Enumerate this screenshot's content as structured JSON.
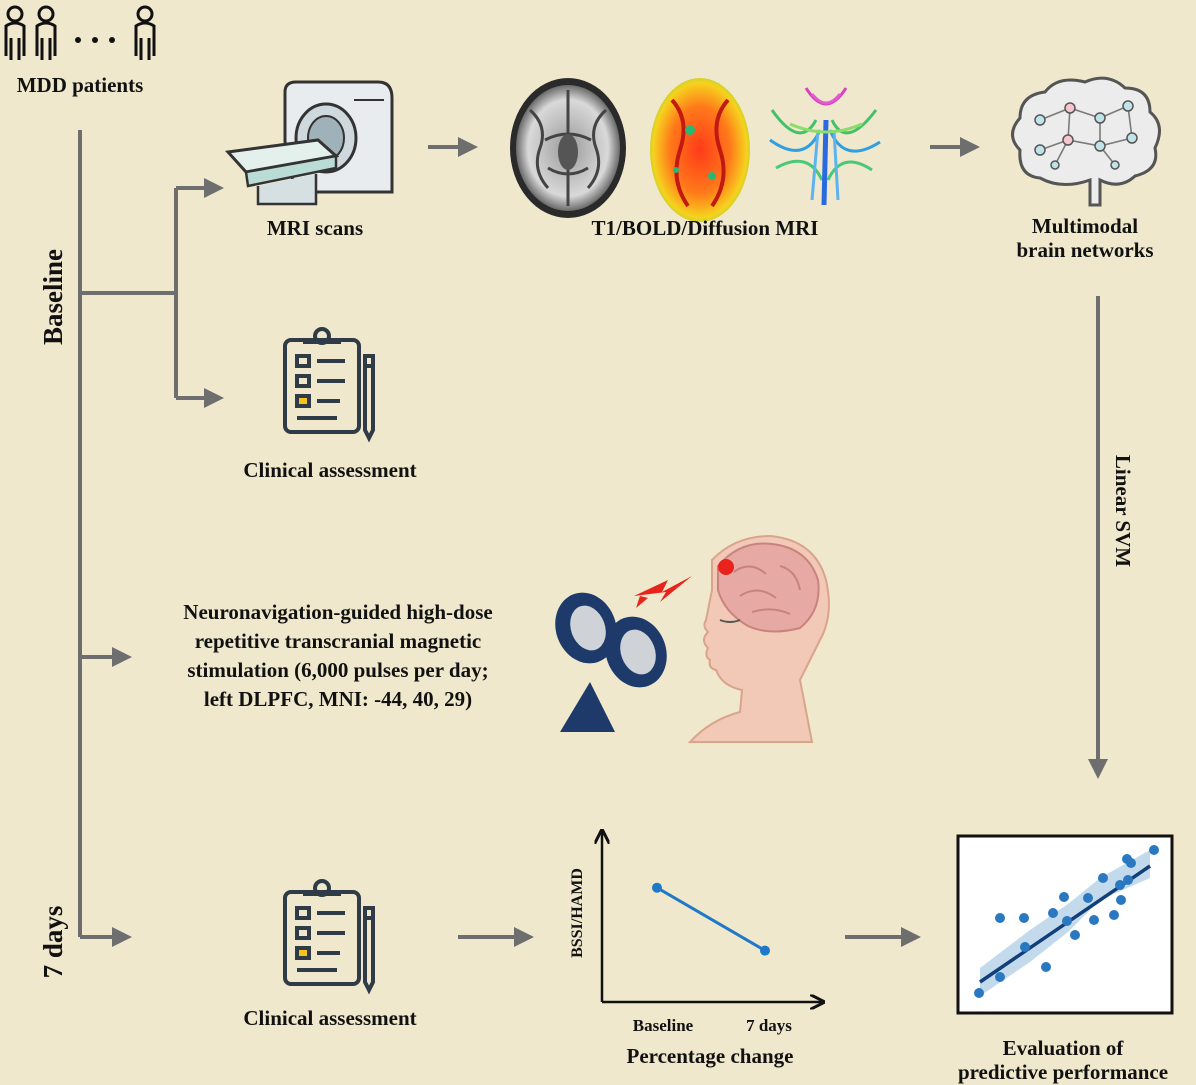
{
  "patients": {
    "label": "MDD patients"
  },
  "timeline": {
    "baseline_label": "Baseline",
    "day7_label": "7 days"
  },
  "mri": {
    "scans_label": "MRI scans",
    "modalities_label": "T1/BOLD/Diffusion MRI",
    "networks_label_line1": "Multimodal",
    "networks_label_line2": "brain networks"
  },
  "svm": {
    "label": "Linear SVM"
  },
  "clinical": {
    "baseline_label": "Clinical assessment",
    "day7_label": "Clinical assessment"
  },
  "treatment": {
    "line1": "Neuronavigation-guided high-dose",
    "line2": "repetitive transcranial magnetic",
    "line3": "stimulation (6,000 pulses per day;",
    "line4": "left DLPFC, MNI: -44, 40, 29)"
  },
  "outcome": {
    "title_line1": "Evaluation of",
    "title_line2": "predictive performance"
  },
  "chart_data": {
    "type": "line",
    "categories": [
      "Baseline",
      "7 days"
    ],
    "values": [
      1.0,
      0.45
    ],
    "title": "",
    "xlabel": "Percentage change",
    "ylabel": "BSSI/HAMD",
    "ylim": [
      0,
      1.4
    ]
  },
  "colors": {
    "background": "#f0e8cd",
    "arrow": "#6e6e6e",
    "line_series": "#1f78c8",
    "scatter_point": "#2a78c0",
    "regression_line": "#123f7a",
    "confidence_band": "#b8d3ea",
    "coil": "#1d3a6b",
    "lightning": "#e8231c",
    "target_dot": "#e8231c"
  },
  "icons": {
    "patient": "person-outline-icon",
    "mri": "mri-scanner-icon",
    "t1": "t1-brain-slice-icon",
    "bold": "bold-fmri-map-icon",
    "diffusion": "diffusion-tractography-icon",
    "network": "brain-network-icon",
    "clipboard": "clipboard-checklist-icon",
    "tms": "tms-coil-icon",
    "head": "head-profile-icon"
  }
}
